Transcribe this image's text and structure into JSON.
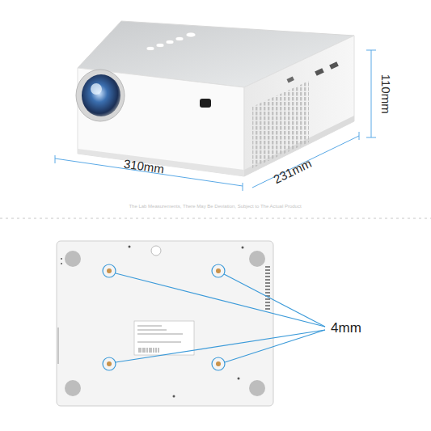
{
  "diagram": {
    "labels": [
      "310mm",
      "231mm",
      "110mm",
      "The Lab Measurements, There May Be Deviation, Subject to The Actual Product",
      "4mm"
    ]
  }
}
